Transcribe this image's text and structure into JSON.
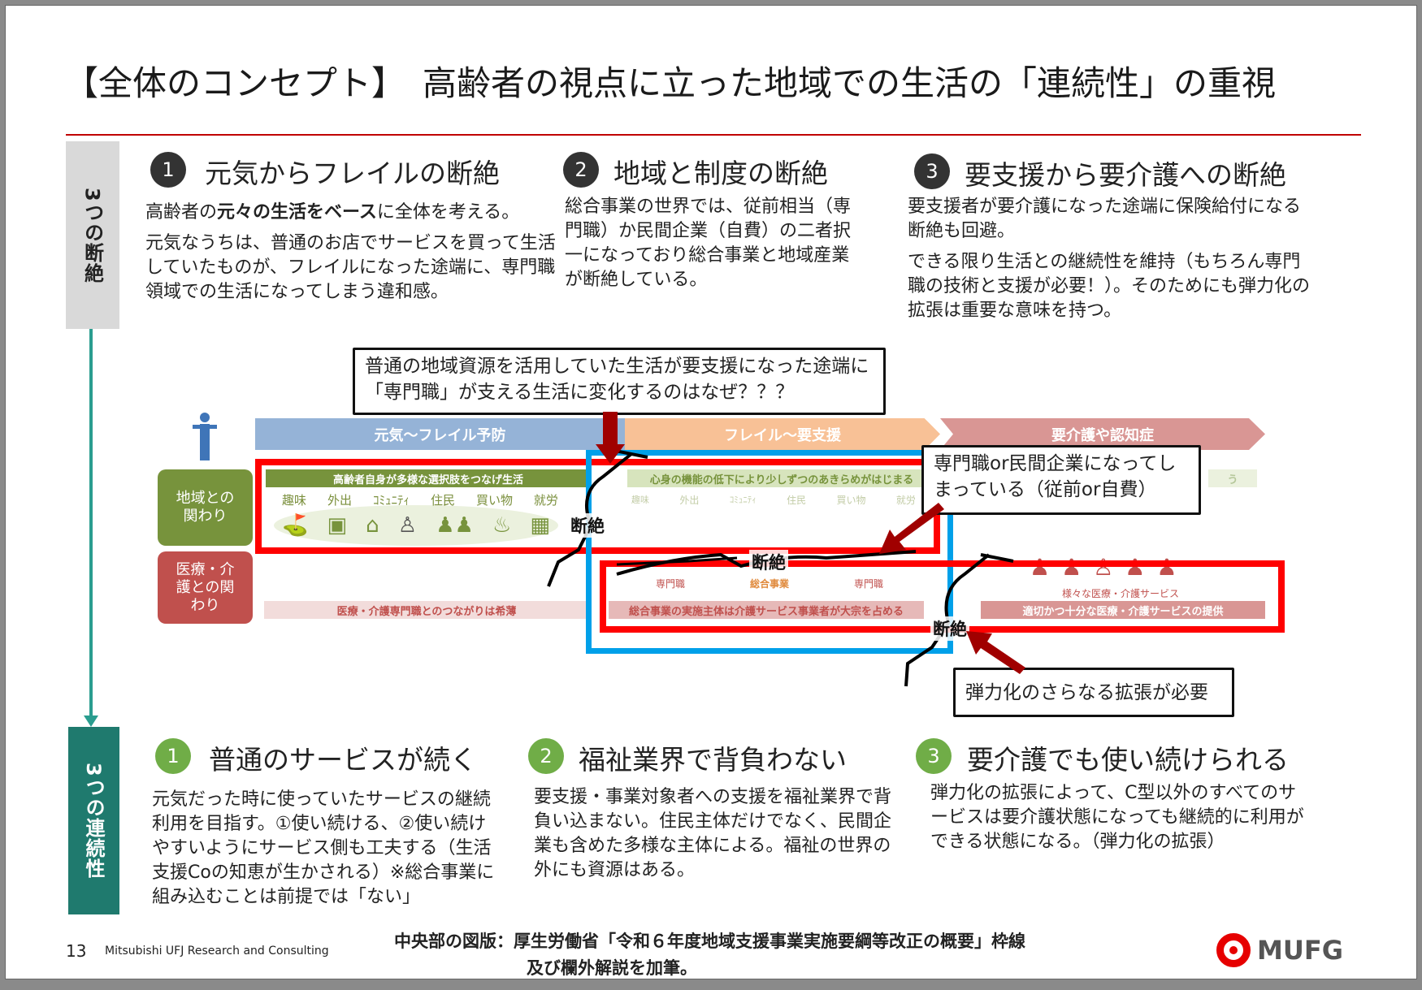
{
  "title": "【全体のコンセプト】　高齢者の視点に立った地域での生活の「連続性」の重視",
  "side_labels": {
    "top": "3つの断絶",
    "bottom": "3つの連続性"
  },
  "disconnections": [
    {
      "num": "1",
      "heading": "元気からフレイルの断絶",
      "lead_pre": "高齢者の",
      "lead_bold": "元々の生活をベース",
      "lead_post": "に全体を考える。",
      "body": "元気なうちは、普通のお店でサービスを買って生活していたものが、フレイルになった途端に、専門職領域での生活になってしまう違和感。"
    },
    {
      "num": "2",
      "heading": "地域と制度の断絶",
      "body": "総合事業の世界では、従前相当（専門職）か民間企業（自費）の二者択一になっており総合事業と地域産業が断絶している。"
    },
    {
      "num": "3",
      "heading": "要支援から要介護への断絶",
      "body1": "要支援者が要介護になった途端に保険給付になる断絶も回避。",
      "body2": "できる限り生活との継続性を維持（もちろん専門職の技術と支援が必要！）。そのためにも弾力化の拡張は重要な意味を持つ。"
    }
  ],
  "callouts": {
    "c1": "普通の地域資源を活用していた生活が要支援になった途端に「専門職」が支える生活に変化するのはなぜ？？？",
    "c2": "専門職or民間企業になってしまっている（従前or自費）",
    "c3": "弾力化のさらなる拡張が必要"
  },
  "diagram": {
    "phases": [
      "元気～フレイル予防",
      "フレイル～要支援",
      "要介護や認知症"
    ],
    "rows": [
      "地域との関わり",
      "医療・介護との関わり"
    ],
    "band_top": [
      "高齢者自身が多様な選択肢をつなげ生活",
      "心身の機能の低下により少しずつのあきらめがはじまる",
      "う"
    ],
    "activities": [
      "趣味",
      "外出",
      "ｺﾐｭﾆﾃｨ",
      "住民",
      "買い物",
      "就労"
    ],
    "activities_faded": [
      "趣味",
      "外出",
      "ｺﾐｭﾆﾃｨ",
      "住民",
      "買い物",
      "就労"
    ],
    "band_bottom": [
      "医療・介護専門職とのつながりは希薄",
      "総合事業の実施主体は介護サービス事業者が大宗を占める",
      "適切かつ十分な医療・介護サービスの提供"
    ],
    "labels_mid": [
      "専門職",
      "総合事業",
      "専門職"
    ],
    "label_right": "様々な医療・介護サービス",
    "break_label": "断絶"
  },
  "continuities": [
    {
      "num": "1",
      "heading": "普通のサービスが続く",
      "body": "元気だった時に使っていたサービスの継続利用を目指す。①使い続ける、②使い続けやすいようにサービス側も工夫する（生活支援Coの知恵が生かされる）※総合事業に組み込むことは前提では「ない」"
    },
    {
      "num": "2",
      "heading": "福祉業界で背負わない",
      "body": "要支援・事業対象者への支援を福祉業界で背負い込まない。住民主体だけでなく、民間企業も含めた多様な主体による。福祉の世界の外にも資源はある。"
    },
    {
      "num": "3",
      "heading": "要介護でも使い続けられる",
      "body": "弾力化の拡張によって、C型以外のすべてのサービスは要介護状態になっても継続的に利用ができる状態になる。（弾力化の拡張）"
    }
  ],
  "footer": {
    "page": "13",
    "company": "Mitsubishi UFJ Research and Consulting",
    "note1": "中央部の図版：厚生労働省「令和６年度地域支援事業実施要綱等改正の概要」枠線",
    "note2": "及び欄外解説を加筆。",
    "logo": "MUFG"
  },
  "colors": {
    "dark_circle": "#333333",
    "green_circle": "#70ad47",
    "teal": "#1f7a6e",
    "red": "#ff0000",
    "blue": "#00a0e9",
    "arrow": "#a00000"
  }
}
